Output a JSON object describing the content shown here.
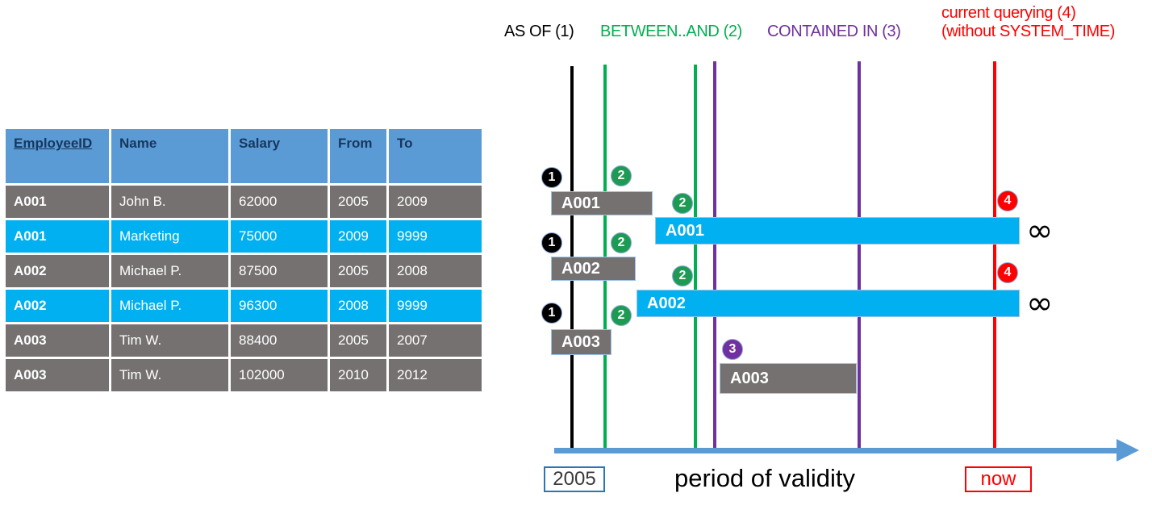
{
  "table": {
    "columns": [
      "EmployeeID",
      "Name",
      "Salary",
      "From",
      "To"
    ],
    "rows": [
      {
        "id": "A001",
        "name": "John  B.",
        "salary": "62000",
        "from": "2005",
        "to": "2009",
        "style": "gray"
      },
      {
        "id": "A001",
        "name": "Marketing",
        "salary": "75000",
        "from": "2009",
        "to": "9999",
        "style": "cyan"
      },
      {
        "id": "A002",
        "name": "Michael P.",
        "salary": "87500",
        "from": "2005",
        "to": "2008",
        "style": "gray"
      },
      {
        "id": "A002",
        "name": "Michael P.",
        "salary": "96300",
        "from": "2008",
        "to": "9999",
        "style": "cyan"
      },
      {
        "id": "A003",
        "name": "Tim W.",
        "salary": "88400",
        "from": "2005",
        "to": "2007",
        "style": "gray"
      },
      {
        "id": "A003",
        "name": "Tim W.",
        "salary": "102000",
        "from": "2010",
        "to": "2012",
        "style": "gray"
      }
    ]
  },
  "legend": {
    "as_of": "AS OF (1)",
    "between_and": "BETWEEN..AND (2)",
    "contained_in": "CONTAINED IN (3)",
    "current_line1": "current querying (4)",
    "current_line2": "(without SYSTEM_TIME)"
  },
  "timeline": {
    "bars": [
      {
        "label": "A001",
        "style": "gray"
      },
      {
        "label": "A001",
        "style": "cyan"
      },
      {
        "label": "A002",
        "style": "gray"
      },
      {
        "label": "A002",
        "style": "cyan"
      },
      {
        "label": "A003",
        "style": "gray"
      },
      {
        "label": "A003",
        "style": "gray"
      }
    ],
    "badges": [
      "1",
      "2",
      "2",
      "4",
      "1",
      "2",
      "2",
      "4",
      "1",
      "2",
      "3"
    ],
    "infinity": "∞",
    "start_tag": "2005",
    "end_tag": "now",
    "caption": "period of validity"
  },
  "colors": {
    "as_of": "#000000",
    "between_and": "#00B050",
    "contained_in": "#7030A0",
    "current": "#FF0000",
    "axis": "#5B9BD5",
    "header": "#5B9BD5",
    "row_gray": "#767171",
    "row_cyan": "#00B0F0"
  }
}
